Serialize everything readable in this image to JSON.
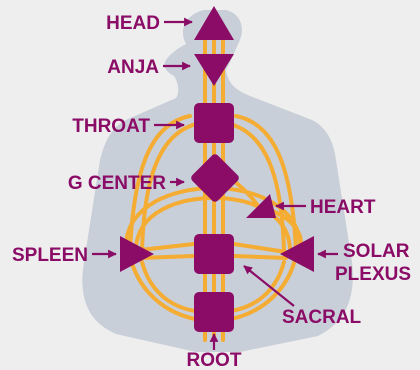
{
  "colors": {
    "background": "#eeeeee",
    "silhouette": "#c9cfd8",
    "channel": "#f4ac33",
    "center": "#8a0c66",
    "label": "#8a0c66"
  },
  "labels": {
    "head": "HEAD",
    "anja": "ANJA",
    "throat": "THROAT",
    "g_center": "G CENTER",
    "heart": "HEART",
    "spleen": "SPLEEN",
    "solar_line1": "SOLAR",
    "solar_line2": "PLEXUS",
    "sacral": "SACRAL",
    "root": "ROOT"
  }
}
